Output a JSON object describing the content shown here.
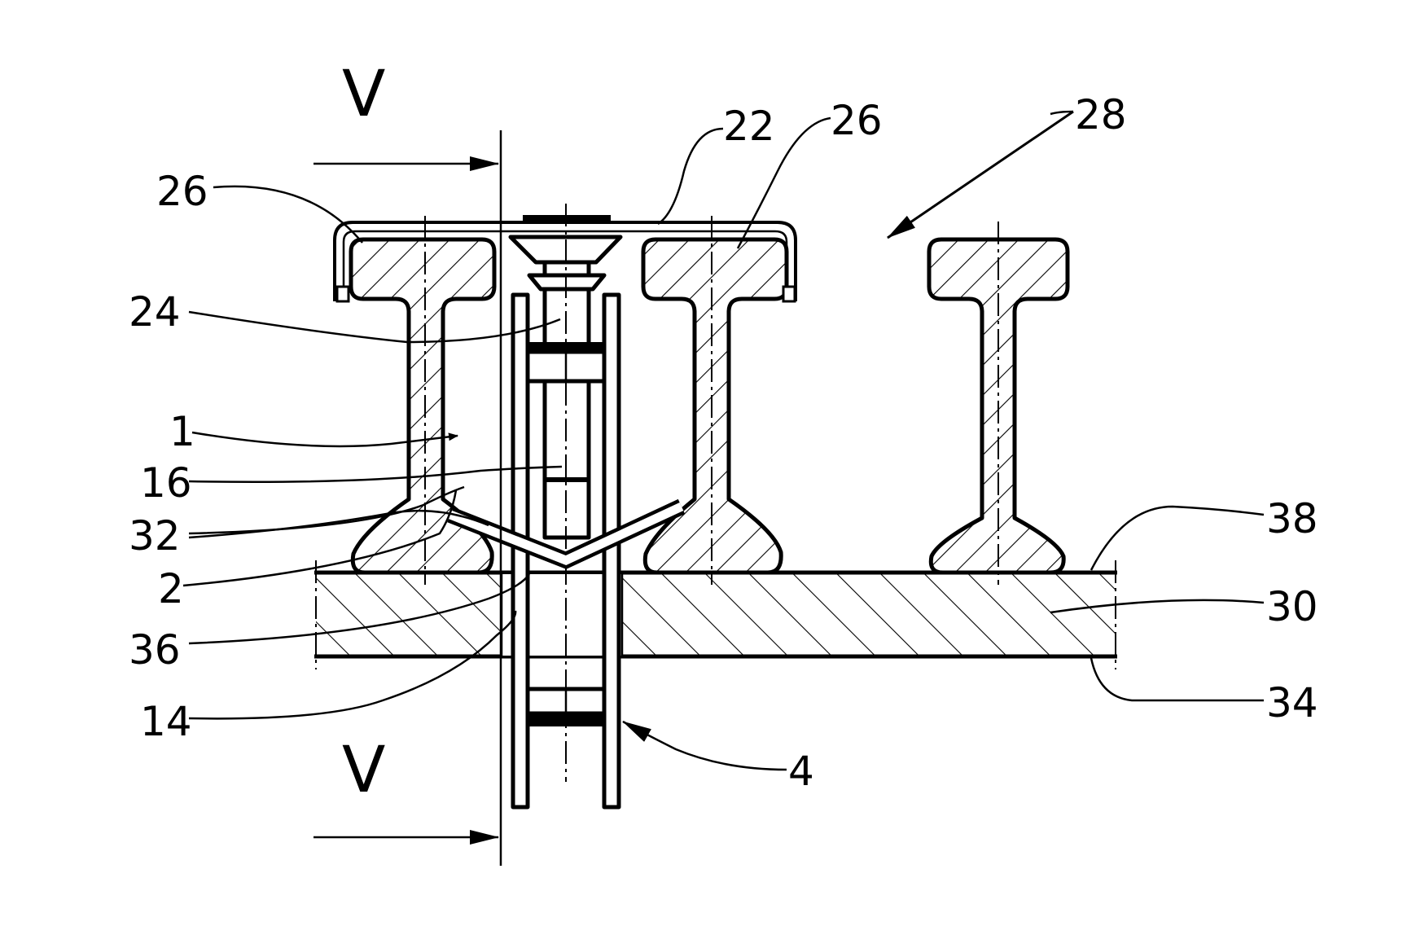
{
  "section_marks": {
    "top": "V",
    "bottom": "V"
  },
  "labels": {
    "l_22": "22",
    "l_26_left": "26",
    "l_26_mid": "26",
    "l_28": "28",
    "l_24": "24",
    "l_1": "1",
    "l_16": "16",
    "l_32": "32",
    "l_2": "2",
    "l_36": "36",
    "l_14": "14",
    "l_38": "38",
    "l_30": "30",
    "l_34": "34",
    "l_4": "4"
  }
}
